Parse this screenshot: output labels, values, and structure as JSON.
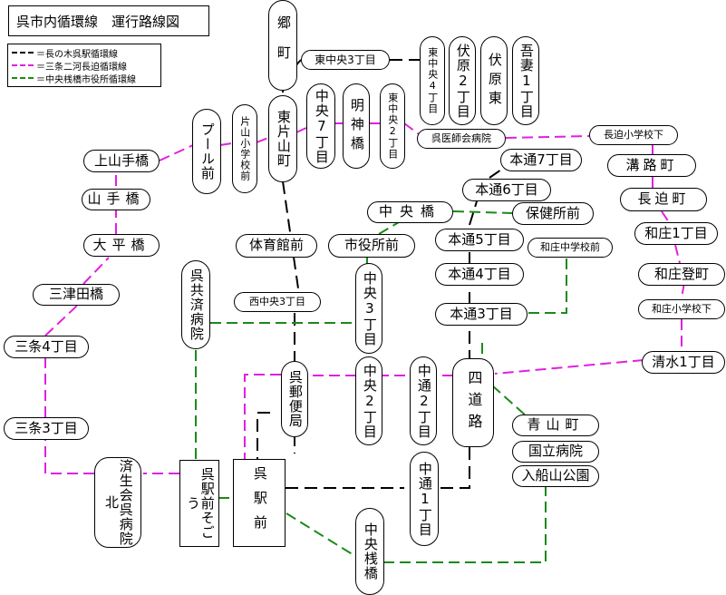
{
  "title": "呉市内循環線　運行路線図",
  "legend": [
    {
      "label": "＝長の木呉駅循環線",
      "color": "#000000"
    },
    {
      "label": "＝三条二河長迫循環線",
      "color": "#e020e0"
    },
    {
      "label": "＝中央桟橋市役所循環線",
      "color": "#1a8a1a"
    }
  ],
  "colors": {
    "black_line": "#000000",
    "magenta_line": "#e020e0",
    "green_line": "#1a8a1a"
  },
  "stops": {
    "goucho": "郷町",
    "higashichuo3": "東中央3丁目",
    "higashichuo4": "東中央4丁目",
    "fushihara2": "伏原2丁目",
    "fushiharahigashi": "伏原東",
    "azuma1": "吾妻1丁目",
    "pool": "プール前",
    "katayamashogakko": "片山小学校前",
    "higashikatayama": "東片山町",
    "chuo7": "中央7丁目",
    "myojinbashi": "明神橋",
    "higashichuo2": "東中央2丁目",
    "kureishikaibyoin": "呉医師会病院",
    "nagasakoshogakko": "長迫小学校下",
    "kamiyamatebashi": "上山手橋",
    "yamatebashi": "山手橋",
    "hondori7": "本通7丁目",
    "mizojicho": "溝路町",
    "hondori6": "本通6丁目",
    "nagasakocho": "長迫町",
    "taiheibashi": "大平橋",
    "chuobashi": "中央橋",
    "hokenjo": "保健所前",
    "taiikukan": "体育館前",
    "shiyakusho": "市役所前",
    "hondori5": "本通5丁目",
    "washochugakko": "和庄中学校前",
    "washo1": "和庄1丁目",
    "mitsudabashi": "三津田橋",
    "kurekyosai": "呉共済病院",
    "hondori4": "本通4丁目",
    "washonobori": "和庄登町",
    "nishichuo3": "西中央3丁目",
    "chuo3": "中央3丁目",
    "washoshogakko": "和庄小学校下",
    "hondori3": "本通3丁目",
    "sanjo4": "三条4丁目",
    "shimizu1": "清水1丁目",
    "kureyubin": "呉郵便局",
    "chuo2": "中央2丁目",
    "nakadori2": "中通2丁目",
    "yotsumichi": "四道路",
    "aoyamacho": "青山町",
    "sanjo3": "三条3丁目",
    "kokuritsubyoin": "国立病院",
    "irifuneyama": "入船山公園",
    "saiseikai": "済生会呉病院北",
    "kureekimaesogo": "呉駅前そごう",
    "kureekimae": "呉駅前",
    "nakadori1": "中通1丁目",
    "chuosanbashi": "中央桟橋"
  }
}
